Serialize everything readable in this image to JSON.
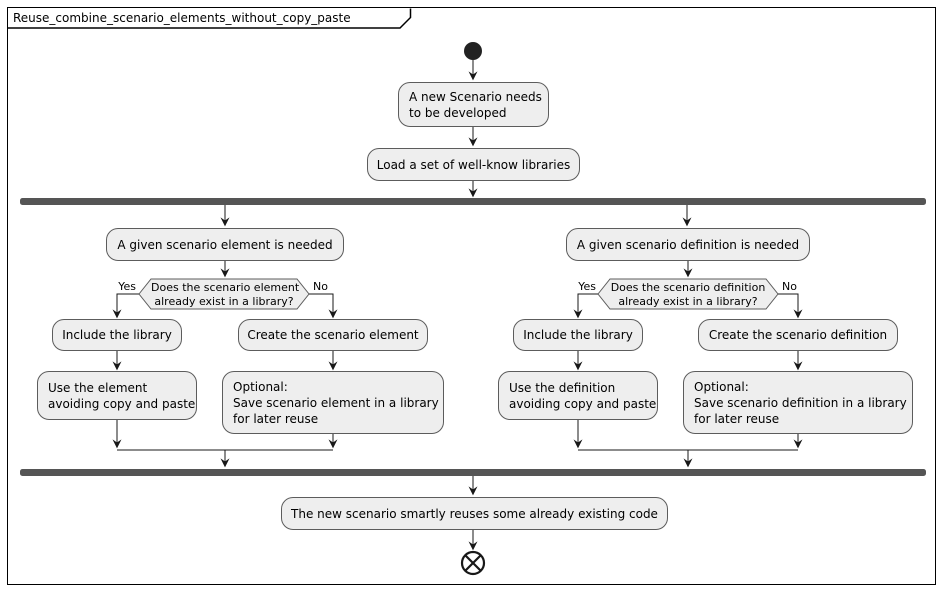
{
  "frame": {
    "title": "Reuse_combine_scenario_elements_without_copy_paste"
  },
  "colors": {
    "node_fill": "#eeeeee",
    "node_border": "#5c5c5c",
    "sync_bar": "#555555",
    "line": "#181818",
    "start_node": "#222222",
    "background": "#ffffff"
  },
  "flow": {
    "new_scenario": "A new Scenario needs\nto be developed",
    "load_libraries": "Load a set of well-know libraries",
    "final": "The new scenario smartly reuses some already existing code"
  },
  "left_branch": {
    "needed": "A given scenario element is needed",
    "decision": "Does the scenario element\nalready exist in a library?",
    "yes_label": "Yes",
    "no_label": "No",
    "include": "Include the library",
    "create": "Create the scenario element",
    "use": "Use the element\navoiding copy and paste",
    "optional": "Optional:\nSave scenario element in a library\nfor later reuse"
  },
  "right_branch": {
    "needed": "A given scenario definition is needed",
    "decision": "Does the scenario definition\nalready exist in a library?",
    "yes_label": "Yes",
    "no_label": "No",
    "include": "Include the library",
    "create": "Create the scenario definition",
    "use": "Use the definition\navoiding copy and paste",
    "optional": "Optional:\nSave scenario definition in a library\nfor later reuse"
  },
  "icons": {
    "start": "initial-node",
    "end": "flow-final-node",
    "fork": "fork-bar",
    "join": "join-bar"
  }
}
